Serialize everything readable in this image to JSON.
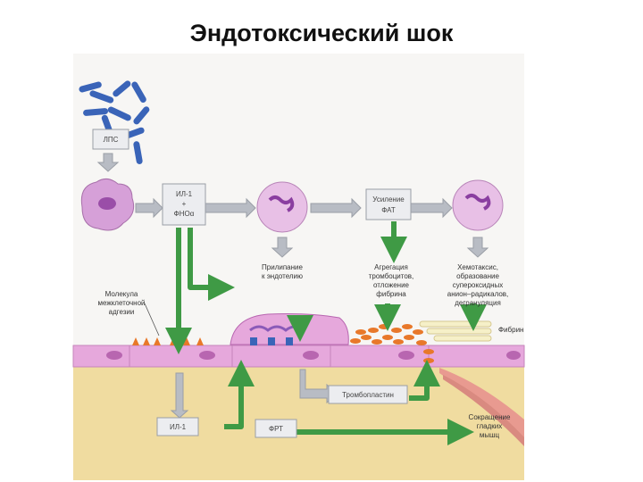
{
  "title": "Эндотоксический шок",
  "nodes": {
    "lps": "ЛПС",
    "il1_tnf": [
      "ИЛ-1",
      "+",
      "ФНОα"
    ],
    "paf": [
      "Усиление",
      "ФАТ"
    ],
    "il1_bottom": "ИЛ-1",
    "frt": "ФРТ",
    "thromboplastin": "Тромбопластин"
  },
  "labels": {
    "adhesion_molecule": [
      "Молекула",
      "межклеточной",
      "адгезии"
    ],
    "endothelium_adhesion": [
      "Прилипание",
      "к эндотелию"
    ],
    "platelet_aggregation": [
      "Агрегация",
      "тромбоцитов,",
      "отложение",
      "фибрина"
    ],
    "chemotaxis": [
      "Хемотаксис,",
      "образование",
      "супероксидных",
      "анион–радикалов,",
      "дегрануляция"
    ],
    "fibrin": "Фибрин",
    "smooth_muscle": [
      "Сокращение",
      "гладких",
      "мышц"
    ]
  },
  "colors": {
    "green_arrow": "#3f9a45",
    "gray_arrow": "#b8bcc4",
    "bacteria": "#3a64b8",
    "cell": "#d6a0d8",
    "endothelium": "#e6a8dc",
    "tissue": "#f0dca0",
    "platelets": "#e8782a",
    "muscle": "#e89a90"
  }
}
